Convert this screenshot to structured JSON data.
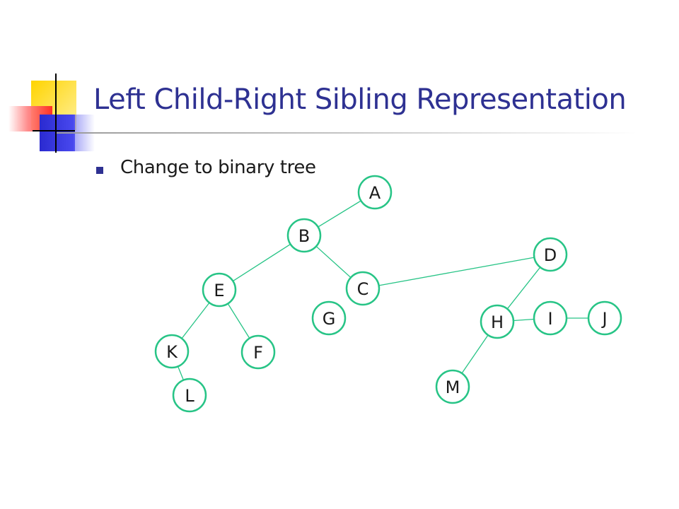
{
  "slide": {
    "title": "Left Child-Right Sibling Representation",
    "bullet": "Change to binary tree"
  },
  "colors": {
    "title": "#2e3192",
    "node_stroke": "#27c486",
    "edge": "#27c486",
    "bullet": "#2e3192"
  },
  "tree": {
    "nodes": [
      "A",
      "B",
      "C",
      "D",
      "E",
      "F",
      "G",
      "H",
      "I",
      "J",
      "K",
      "L",
      "M"
    ],
    "edges": [
      [
        "A",
        "B"
      ],
      [
        "B",
        "E"
      ],
      [
        "B",
        "C"
      ],
      [
        "C",
        "D"
      ],
      [
        "D",
        "H"
      ],
      [
        "H",
        "I"
      ],
      [
        "I",
        "J"
      ],
      [
        "H",
        "M"
      ],
      [
        "E",
        "K"
      ],
      [
        "E",
        "F"
      ],
      [
        "K",
        "L"
      ]
    ]
  }
}
